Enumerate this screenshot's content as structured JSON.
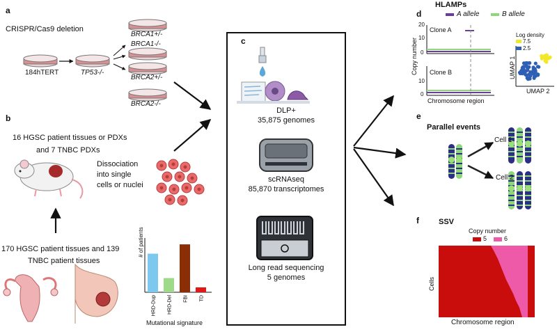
{
  "panels": {
    "a": "a",
    "b": "b",
    "c": "c",
    "d": "d",
    "e": "e",
    "f": "f"
  },
  "a": {
    "heading": "CRISPR/Cas9 deletion",
    "parent": "184hTERT",
    "intermediate": "TP53-/-",
    "outcomes": [
      "BRCA1+/-",
      "BRCA1-/-",
      "BRCA2+/-",
      "BRCA2-/-"
    ]
  },
  "b": {
    "line1": "16 HGSC patient tissues or PDXs",
    "line2": "and 7 TNBC PDXs",
    "dissociation": [
      "Dissociation",
      "into single",
      "cells or nuclei"
    ],
    "patients_line1": "170 HGSC patient tissues and 139",
    "patients_line2": "TNBC patient tissues",
    "bar_chart": {
      "ylabel": "# of patients",
      "xlabel": "Mutational signature"
    }
  },
  "c": {
    "dlp_line1": "DLP+",
    "dlp_line2": "35,875 genomes",
    "sc_line1": "scRNAseq",
    "sc_line2": "85,870 transcriptomes",
    "lr_line1": "Long read sequencing",
    "lr_line2": "5 genomes"
  },
  "d": {
    "title": "HLAMPs",
    "legend_a": "A allele",
    "legend_b": "B allele",
    "ylabel": "Copy number",
    "xlabel": "Chromosome region",
    "clone_a": "Clone A",
    "clone_b": "Clone B",
    "ticks_top": [
      "20",
      "10",
      "0"
    ],
    "ticks_bottom": [
      "10",
      "0"
    ],
    "umap_title": "Log density",
    "umap_legend": [
      "7.5",
      "2.5"
    ],
    "umap_x": "UMAP 2",
    "umap_y": "UMAP 1"
  },
  "e": {
    "title": "Parallel events",
    "cell1": "Cell 1",
    "cell2": "Cell 2"
  },
  "f": {
    "title": "SSV",
    "legend_title": "Copy number",
    "legend": [
      "5",
      "6"
    ],
    "ylabel": "Cells",
    "xlabel": "Chromosome region"
  },
  "colors": {
    "purple": "#6a3d9a",
    "green": "#8ed67a",
    "navy": "#2c2f86",
    "red": "#c90d0d",
    "pink": "#ee5aa8",
    "umap_blue": "#2f5fb5",
    "umap_yellow": "#f2e82a",
    "bar_blue": "#7dc8ee",
    "bar_green": "#9fd98a",
    "bar_brown": "#8b2d05",
    "bar_red": "#e01818"
  },
  "chart_data": {
    "type": "bar",
    "categories": [
      "HRD-Dup",
      "HRD-Del",
      "FBI",
      "TD"
    ],
    "values": [
      95,
      35,
      118,
      12
    ],
    "xlabel": "Mutational signature",
    "ylabel": "# of patients",
    "colors": [
      "#7dc8ee",
      "#9fd98a",
      "#8b2d05",
      "#e01818"
    ]
  }
}
